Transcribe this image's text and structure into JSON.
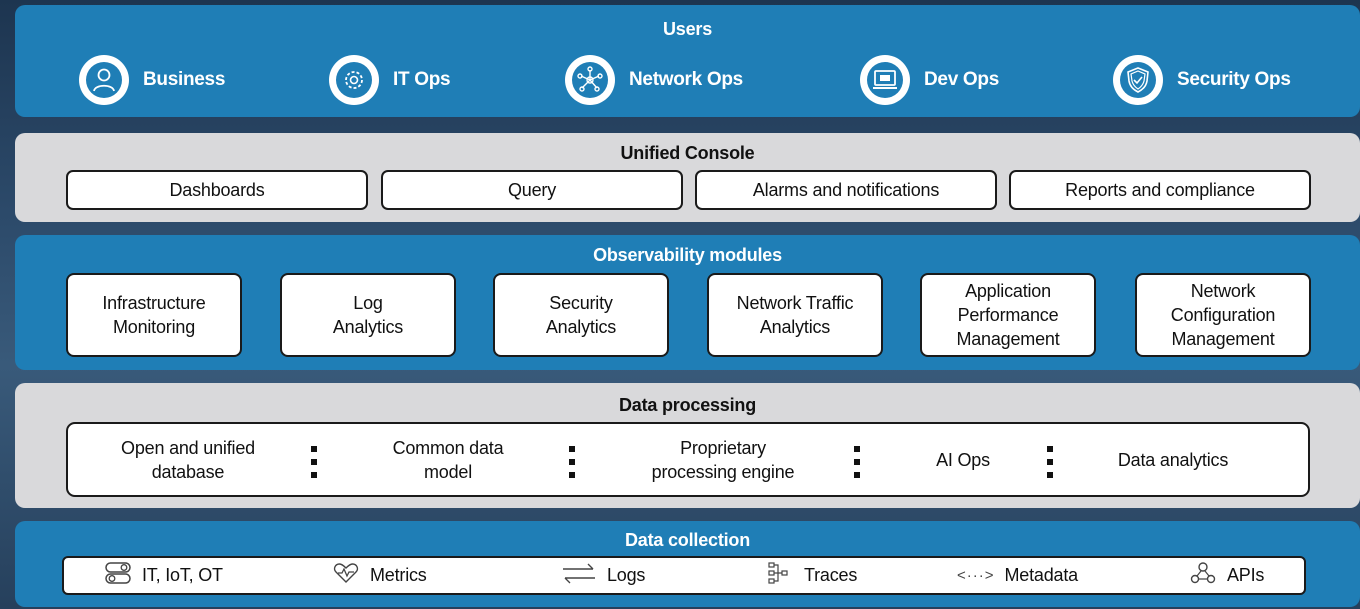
{
  "users": {
    "title": "Users",
    "items": [
      {
        "label": "Business",
        "icon": "person-icon"
      },
      {
        "label": "IT Ops",
        "icon": "gear-icon"
      },
      {
        "label": "Network Ops",
        "icon": "network-icon"
      },
      {
        "label": "Dev Ops",
        "icon": "laptop-code-icon"
      },
      {
        "label": "Security Ops",
        "icon": "shield-check-icon"
      }
    ]
  },
  "console": {
    "title": "Unified Console",
    "items": [
      "Dashboards",
      "Query",
      "Alarms and notifications",
      "Reports and compliance"
    ]
  },
  "observability": {
    "title": "Observability modules",
    "modules": [
      {
        "line1": "Infrastructure",
        "line2": "Monitoring",
        "line3": ""
      },
      {
        "line1": "Log",
        "line2": "Analytics",
        "line3": ""
      },
      {
        "line1": "Security",
        "line2": "Analytics",
        "line3": ""
      },
      {
        "line1": "Network Traffic",
        "line2": "Analytics",
        "line3": ""
      },
      {
        "line1": "Application",
        "line2": "Performance",
        "line3": "Management"
      },
      {
        "line1": "Network",
        "line2": "Configuration",
        "line3": "Management"
      }
    ]
  },
  "processing": {
    "title": "Data processing",
    "items": [
      {
        "line1": "Open and unified",
        "line2": "database"
      },
      {
        "line1": "Common data",
        "line2": "model"
      },
      {
        "line1": "Proprietary",
        "line2": "processing engine"
      },
      {
        "line1": "AI Ops",
        "line2": ""
      },
      {
        "line1": "Data analytics",
        "line2": ""
      }
    ]
  },
  "collection": {
    "title": "Data collection",
    "items": [
      {
        "label": "IT, IoT, OT",
        "icon": "toggle-switch-icon"
      },
      {
        "label": "Metrics",
        "icon": "heartbeat-icon"
      },
      {
        "label": "Logs",
        "icon": "arrows-exchange-icon"
      },
      {
        "label": "Traces",
        "icon": "trace-tree-icon"
      },
      {
        "label": "Metadata",
        "icon": "code-brackets-icon"
      },
      {
        "label": "APIs",
        "icon": "api-nodes-icon"
      }
    ]
  },
  "colors": {
    "blue_layer": "#1f7eb6",
    "gray_layer": "#d9d9db",
    "background": "#2c4a6a"
  }
}
